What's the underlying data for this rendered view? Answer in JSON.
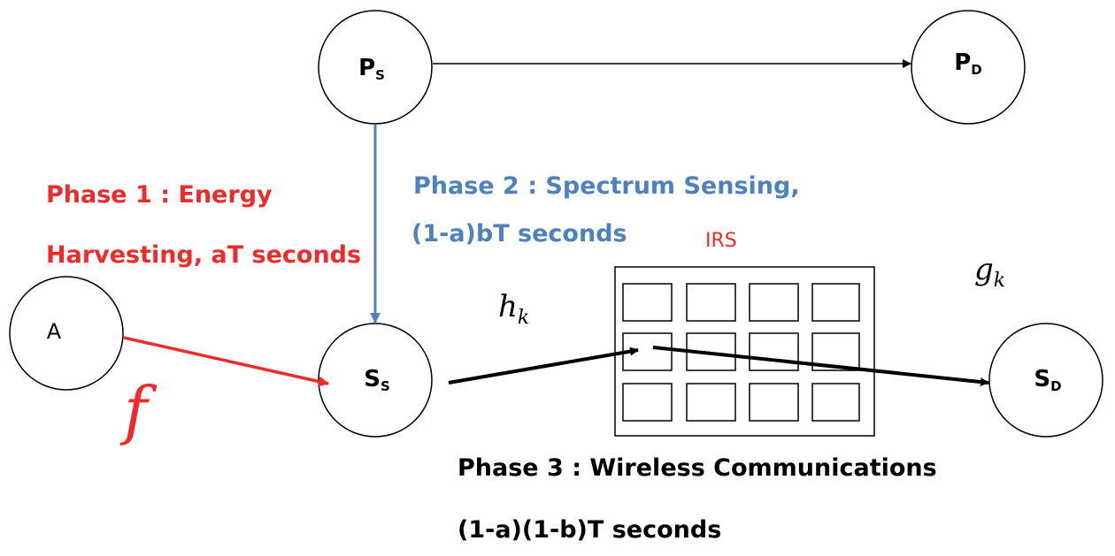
{
  "colors": {
    "phase1": "#ee2b2b",
    "phase2": "#4f81bd",
    "phase3": "#000000",
    "irs": "#ee2b2b"
  },
  "nodes": {
    "ps": {
      "main": "P",
      "sub": "S"
    },
    "pd": {
      "main": "P",
      "sub": "D"
    },
    "a": {
      "main": "A"
    },
    "ss": {
      "main": "S",
      "sub": "S"
    },
    "sd": {
      "main": "S",
      "sub": "D"
    }
  },
  "irs": {
    "label": "IRS",
    "rows": 3,
    "cols": 4
  },
  "channels": {
    "f": "f",
    "h": {
      "main": "h",
      "sub": "k"
    },
    "g": {
      "main": "g",
      "sub": "k"
    }
  },
  "phases": {
    "phase1": {
      "line1": "Phase 1 : Energy",
      "line2": "Harvesting, aT seconds"
    },
    "phase2": {
      "line1": "Phase 2 : Spectrum Sensing,",
      "line2": "(1-a)bT seconds"
    },
    "phase3": {
      "line1": "Phase 3 : Wireless Communications",
      "line2": "(1-a)(1-b)T seconds"
    }
  }
}
